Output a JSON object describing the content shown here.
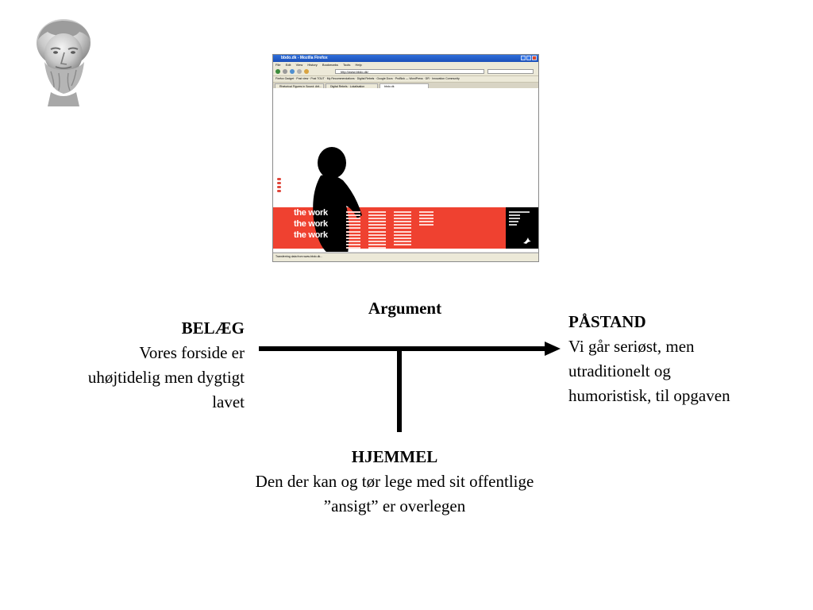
{
  "diagram": {
    "title": "Argument"
  },
  "belaeg": {
    "heading": "BELÆG",
    "lines": [
      "Vores forside er",
      "uhøjtidelig men dygtigt",
      "lavet"
    ]
  },
  "pastand": {
    "heading": "PÅSTAND",
    "lines": [
      "Vi går seriøst, men",
      "utraditionelt og",
      "humoristisk, til opgaven"
    ]
  },
  "hjemmel": {
    "heading": "HJEMMEL",
    "lines": [
      "Den der kan og tør lege med sit offentlige",
      "”ansigt” er overlegen"
    ]
  },
  "screenshot": {
    "window_title": "bbdo.dk - Mozilla Firefox",
    "url": "http://www.bbdo.dk/",
    "menu": [
      "File",
      "Edit",
      "View",
      "History",
      "Bookmarks",
      "Tools",
      "Help"
    ],
    "bookmarks_text": "Firefox Gadget · Post view · Post TOUT · My Recommendations · Digital Rebels · Google Docs · ProBlok — WordPress · DR · Innovation Community",
    "tabs": [
      "Rhetorical Figures in Sound: Arti...",
      "Digital Rebels · Lokalisation",
      "bbdo.dk"
    ],
    "headline": [
      "the work",
      "the work",
      "the work"
    ],
    "status": "Transferring data from www.bbdo.dk..."
  },
  "colors": {
    "accent_red": "#ef4130",
    "panel_black": "#000000",
    "titlebar_blue": "#2f6fdb"
  }
}
